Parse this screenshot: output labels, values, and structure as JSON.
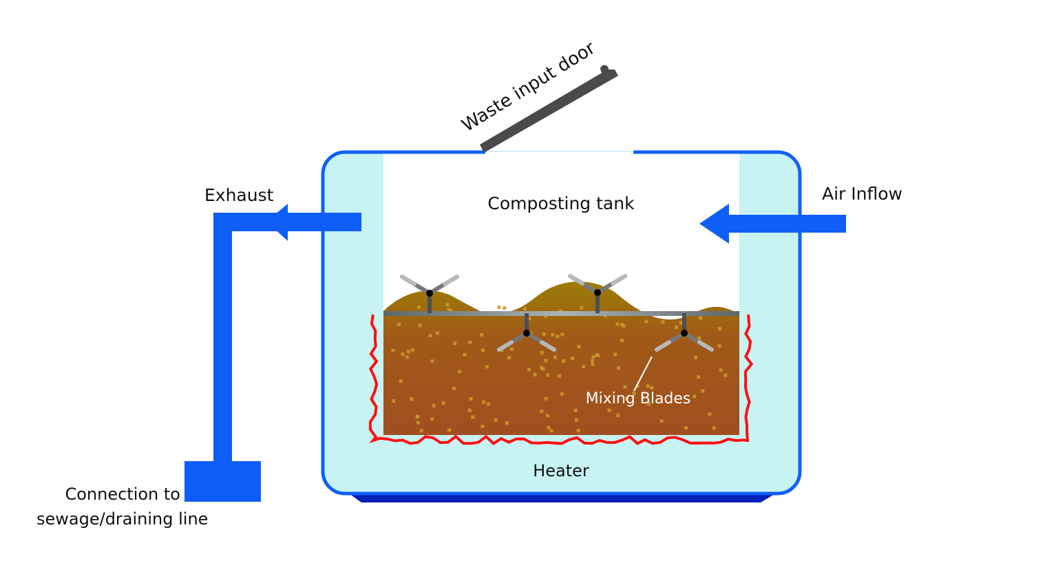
{
  "diagram": {
    "title": "Composting toilet / composting tank schematic",
    "labels": {
      "waste_input_door": "Waste input door",
      "composting_tank": "Composting tank",
      "exhaust": "Exhaust",
      "air_inflow": "Air Inflow",
      "mixing_blades": "Mixing Blades",
      "heater": "Heater",
      "connection_line1": "Connection to",
      "connection_line2": "sewage/draining line"
    },
    "colors": {
      "pipe_blue": "#0f5ef7",
      "tank_outline": "#1160f5",
      "insulation_fill": "#c8f3f3",
      "base_dark_blue": "#0021b8",
      "heater_red": "#ff1010",
      "compost_top": "#9c7d06",
      "compost_bottom": "#a04f20",
      "compost_particles": "#c99a2a",
      "door_gray": "#4a4a4a",
      "blade_dark": "#3a3a3a",
      "blade_light": "#b8b8b8"
    },
    "flows": [
      {
        "name": "exhaust",
        "direction": "left"
      },
      {
        "name": "air-inflow",
        "direction": "left"
      }
    ]
  }
}
